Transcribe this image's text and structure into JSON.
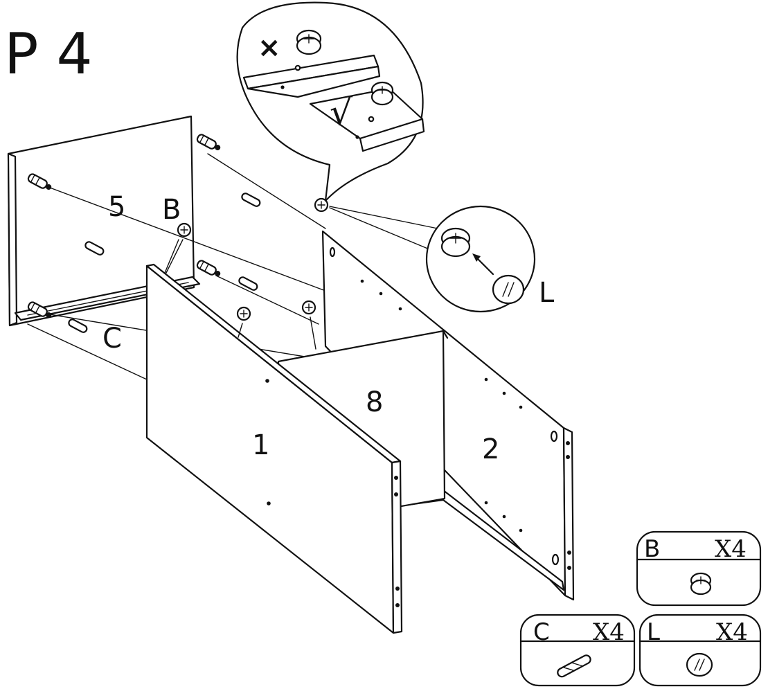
{
  "step": {
    "title": "P 4"
  },
  "panels": {
    "back_left": "5",
    "front": "1",
    "middle": "8",
    "side_right": "2"
  },
  "callouts": {
    "wrong_mark": "×",
    "right_mark": "√",
    "cam_label": "L"
  },
  "part_labels": {
    "cam_lock": "B",
    "dowel": "C"
  },
  "parts_list": [
    {
      "letter": "B",
      "qty": "X4",
      "icon": "cam-lock-icon"
    },
    {
      "letter": "C",
      "qty": "X4",
      "icon": "wooden-dowel-icon"
    },
    {
      "letter": "L",
      "qty": "X4",
      "icon": "cap-cover-icon"
    }
  ]
}
